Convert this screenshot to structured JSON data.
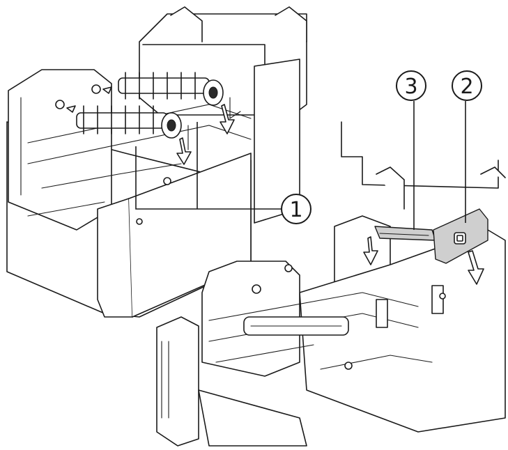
{
  "callouts": {
    "one": "1",
    "two": "2",
    "three": "3"
  },
  "colors": {
    "line": "#1a1a1a",
    "paper": "#ffffff",
    "part_fill": "#cfcfcf"
  }
}
